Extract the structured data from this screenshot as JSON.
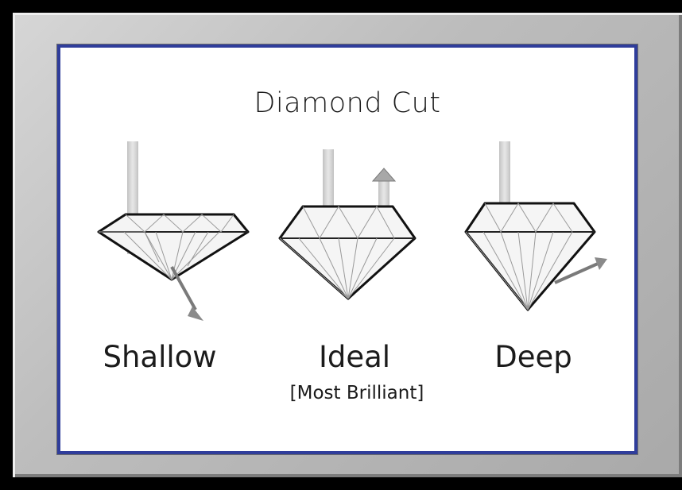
{
  "title": "Diamond Cut",
  "cuts": [
    {
      "label": "Shallow"
    },
    {
      "label": "Ideal",
      "sublabel": "[Most Brilliant]"
    },
    {
      "label": "Deep"
    }
  ],
  "colors": {
    "frame_border": "#2f3d9b",
    "background": "#000000",
    "bevel": "#bdbdbd",
    "light_beam": "#9a9a9a"
  }
}
